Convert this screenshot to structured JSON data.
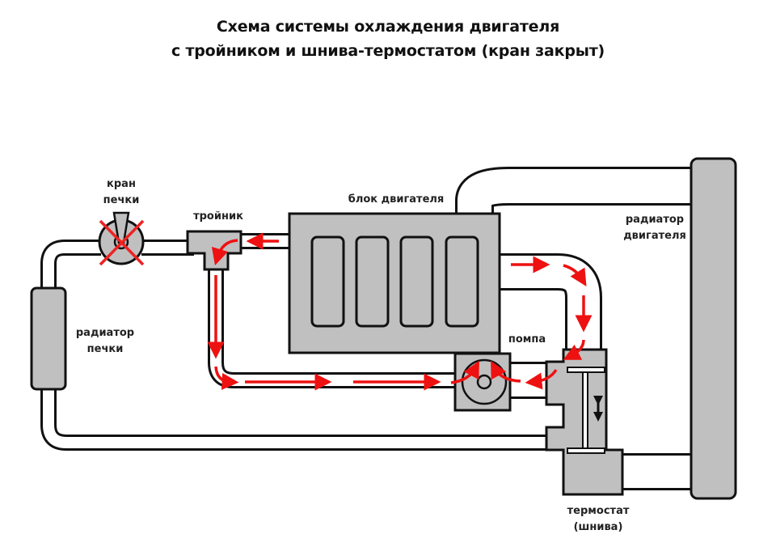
{
  "title": {
    "line1": "Схема системы охлаждения двигателя",
    "line2": "с тройником и шнива-термостатом (кран закрыт)"
  },
  "labels": {
    "heater_valve": [
      "кран",
      "печки"
    ],
    "tee": "тройник",
    "engine_block": "блок двигателя",
    "engine_radiator": [
      "радиатор",
      "двигателя"
    ],
    "heater_radiator": [
      "радиатор",
      "печки"
    ],
    "pump": "помпа",
    "thermostat": [
      "термостат",
      "(шнива)"
    ]
  },
  "state": {
    "heater_valve": "closed",
    "thermostat_motion": "vertical"
  },
  "colors": {
    "component_fill": "#c0c0c0",
    "outline": "#111111",
    "flow_arrow": "#ee1111",
    "valve_cross": "#ee2222",
    "pipe_fill": "#ffffff"
  }
}
